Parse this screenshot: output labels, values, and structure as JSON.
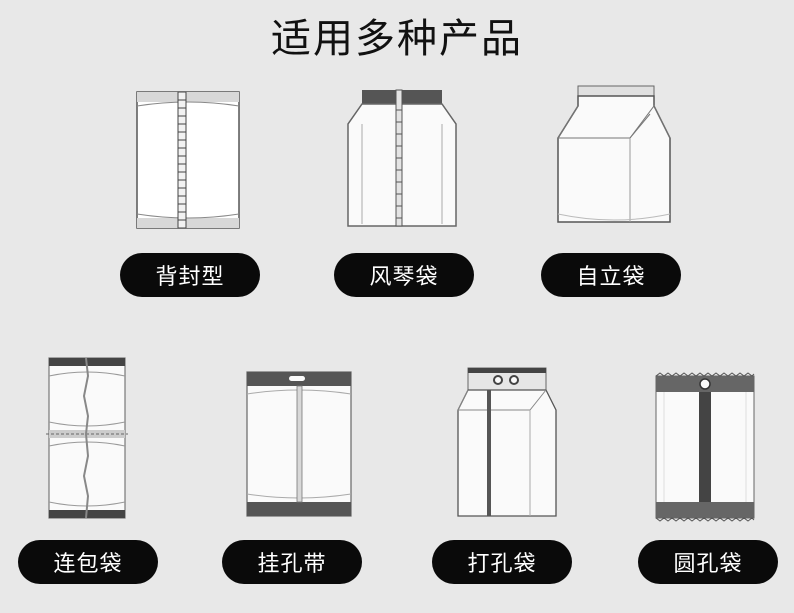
{
  "title": "适用多种产品",
  "products": [
    {
      "label": "背封型"
    },
    {
      "label": "风琴袋"
    },
    {
      "label": "自立袋"
    },
    {
      "label": "连包袋"
    },
    {
      "label": "挂孔带"
    },
    {
      "label": "打孔袋"
    },
    {
      "label": "圆孔袋"
    }
  ]
}
